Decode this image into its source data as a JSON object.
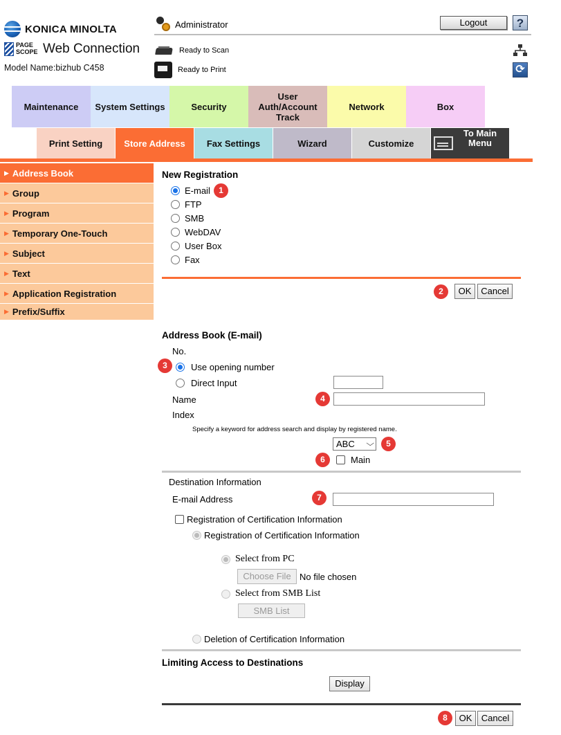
{
  "header": {
    "brand": "KONICA MINOLTA",
    "pagescope_small_1": "PAGE",
    "pagescope_small_2": "SCOPE",
    "product": "Web Connection",
    "model": "Model Name:bizhub C458",
    "user": "Administrator",
    "logout_label": "Logout",
    "help_label": "?",
    "status_scan": "Ready to Scan",
    "status_print": "Ready to Print"
  },
  "top_tabs": [
    "Maintenance",
    "System Settings",
    "Security",
    "User Auth/Account Track",
    "Network",
    "Box"
  ],
  "sub_tabs": [
    "Print Setting",
    "Store Address",
    "Fax Settings",
    "Wizard",
    "Customize",
    "To Main Menu"
  ],
  "sidebar": {
    "items": [
      {
        "label": "Address Book",
        "active": true
      },
      {
        "label": "Group"
      },
      {
        "label": "Program"
      },
      {
        "label": "Temporary One-Touch"
      },
      {
        "label": "Subject"
      },
      {
        "label": "Text"
      },
      {
        "label": "Application Registration"
      },
      {
        "label": "Prefix/Suffix"
      }
    ]
  },
  "new_registration": {
    "title": "New Registration",
    "options": [
      "E-mail",
      "FTP",
      "SMB",
      "WebDAV",
      "User Box",
      "Fax"
    ],
    "selected": "E-mail",
    "ok": "OK",
    "cancel": "Cancel"
  },
  "address_book": {
    "title": "Address Book (E-mail)",
    "no_label": "No.",
    "use_opening": "Use opening number",
    "direct_input": "Direct Input",
    "name_label": "Name",
    "index_label": "Index",
    "index_hint": "Specify a keyword for address search and display by registered name.",
    "index_value": "ABC",
    "main_label": "Main"
  },
  "destination": {
    "title": "Destination Information",
    "email_label": "E-mail Address",
    "cert_reg_checkbox": "Registration of Certification Information",
    "cert_reg_radio": "Registration of Certification Information",
    "select_pc": "Select from PC",
    "choose_file": "Choose File",
    "no_file": "No file chosen",
    "select_smb": "Select from SMB List",
    "smb_list": "SMB List",
    "deletion": "Deletion of Certification Information"
  },
  "limiting": {
    "title": "Limiting Access to Destinations",
    "display": "Display"
  },
  "footer": {
    "ok": "OK",
    "cancel": "Cancel"
  },
  "badges": [
    "1",
    "2",
    "3",
    "4",
    "5",
    "6",
    "7",
    "8"
  ],
  "colors": {
    "accent": "#fb6d34",
    "sidebar": "#fcc99b",
    "badge": "#e53935"
  }
}
